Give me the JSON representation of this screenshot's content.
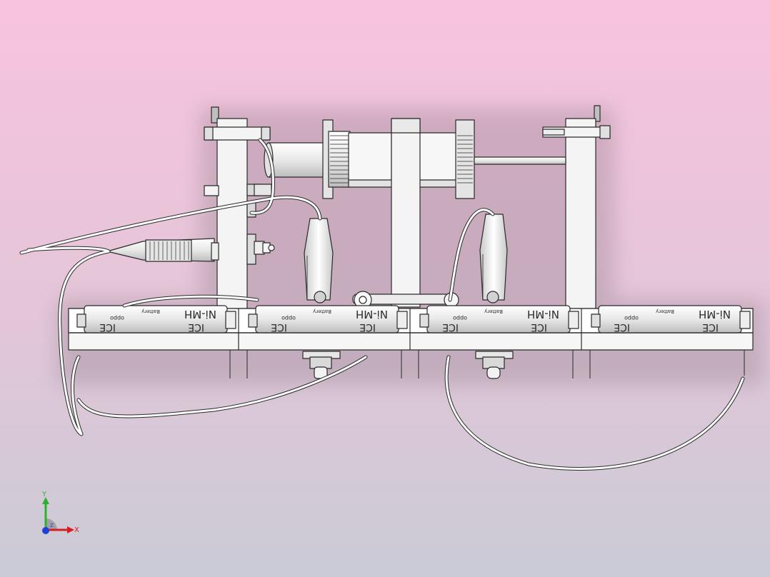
{
  "viewport": {
    "background_top": "#f8c3de",
    "background_mid": "#e7c6d8",
    "background_bottom": "#cacbd6"
  },
  "model": {
    "line_color": "#2a2a2a",
    "body_fill": "#f4f4f4",
    "wire_color": "#ffffff",
    "cells": [
      {
        "chem": "Ni-MH",
        "brand_top": "Battery",
        "brand_logo": "oppo",
        "code": "ICE"
      },
      {
        "chem": "Ni-MH",
        "brand_top": "Battery",
        "brand_logo": "oppo",
        "code": "ICE"
      },
      {
        "chem": "Ni-MH",
        "brand_top": "Battery",
        "brand_logo": "oppo",
        "code": "ICE"
      },
      {
        "chem": "Ni-MH",
        "brand_top": "Battery",
        "brand_logo": "oppo",
        "code": "ICE"
      }
    ]
  },
  "triad": {
    "x_label": "X",
    "y_label": "Y",
    "z_label": "Z",
    "x_color": "#d62020",
    "y_color": "#2fae2f",
    "z_color": "#1f3fd8"
  }
}
